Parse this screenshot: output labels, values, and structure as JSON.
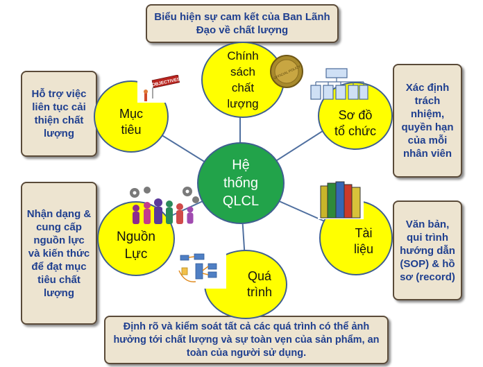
{
  "colors": {
    "node_fill": "#ffff00",
    "center_fill": "#22a34a",
    "box_fill": "#ede4d0",
    "box_text": "#1f3f8f",
    "spoke": "#4f6f9f"
  },
  "center": {
    "label": "Hệ thống QLCL"
  },
  "nodes": {
    "chinh_sach": {
      "label": "Chính sách chất lượng",
      "icon": "official-policy-seal-icon"
    },
    "so_do": {
      "label": "Sơ đồ tổ chức",
      "icon": "org-chart-icon"
    },
    "tai_lieu": {
      "label": "Tài liệu",
      "icon": "books-icon"
    },
    "qua_trinh": {
      "label": "Quá trình",
      "icon": "process-flow-icon"
    },
    "nguon_luc": {
      "label": "Nguồn Lực",
      "icon": "people-gears-icon"
    },
    "muc_tieu": {
      "label": "Mục tiêu",
      "icon": "target-arrow-icon"
    }
  },
  "boxes": {
    "top": "Biểu hiện sự cam kết của Ban Lãnh Đạo về chất lượng",
    "right_top": "Xác định trách nhiệm, quyền hạn của mỗi nhân viên",
    "right_bottom": "Văn bản, qui trình hướng dẫn (SOP) & hồ sơ (record)",
    "bottom": "Định rõ và kiểm soát tất cả các quá trình có thể ảnh hưởng tới chất lượng và sự toàn vẹn của sản phẩm, an toàn của người sử dụng.",
    "left_top": "Hỗ trợ việc liên tục cải thiện chất lượng",
    "left_bottom": "Nhận dạng & cung cấp nguồn lực và kiến thức để đạt mục tiêu chất lượng"
  },
  "icon_texts": {
    "seal": "OFFICIAL POLICY",
    "target_sign": "OBJECTIVES"
  }
}
